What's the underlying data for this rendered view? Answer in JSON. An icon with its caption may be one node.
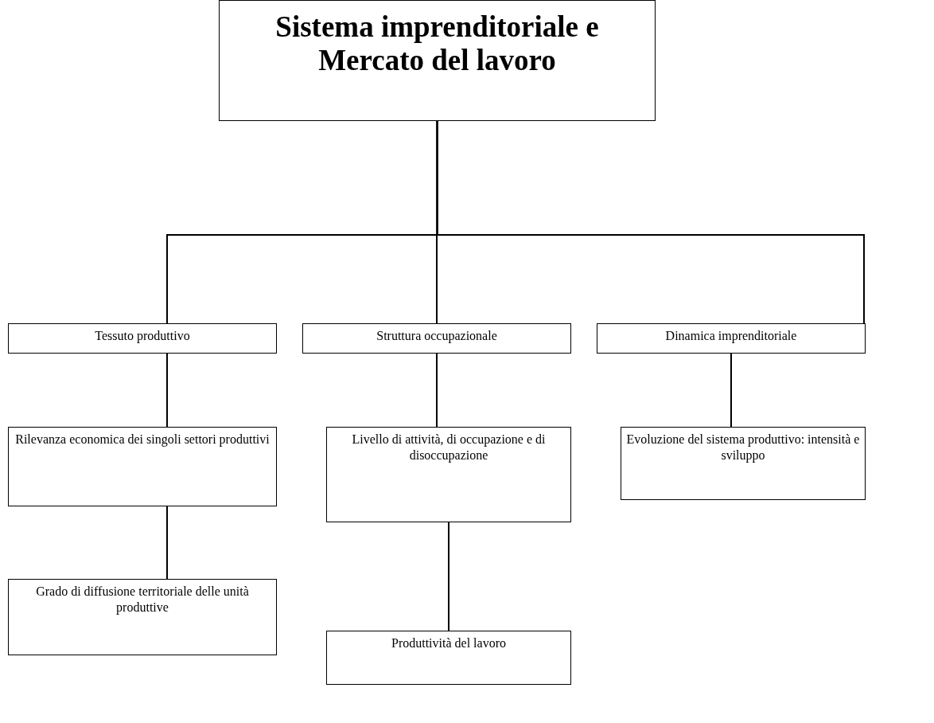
{
  "diagram": {
    "nodes": [
      {
        "text": [
          "Sistema imprenditoriale e Mercato del lavoro"
        ]
      },
      {
        "text": [
          "Tessuto produttivo"
        ]
      },
      {
        "text": [
          "Struttura occupazionale"
        ]
      },
      {
        "text": [
          "Dinamica imprenditoriale"
        ]
      },
      {
        "text": [
          "Rilevanza economica dei singoli settori produttivi"
        ]
      },
      {
        "text": [
          "Livello di attività, di occupazione e di disoccupazione"
        ]
      },
      {
        "text": [
          "Evoluzione del sistema produttivo: intensità e sviluppo"
        ]
      },
      {
        "text": [
          "Grado di diffusione territoriale delle unità produttive"
        ]
      },
      {
        "text": [
          "Produttività del lavoro"
        ]
      }
    ],
    "edges": [
      {
        "from": 0,
        "to": 1,
        "arrow": "none"
      },
      {
        "from": 0,
        "to": 2,
        "arrow": "none"
      },
      {
        "from": 0,
        "to": 3,
        "arrow": "none"
      },
      {
        "from": 1,
        "to": 4,
        "arrow": "none"
      },
      {
        "from": 4,
        "to": 7,
        "arrow": "none"
      },
      {
        "from": 2,
        "to": 5,
        "arrow": "none"
      },
      {
        "from": 5,
        "to": 8,
        "arrow": "none"
      },
      {
        "from": 3,
        "to": 6,
        "arrow": "none"
      }
    ]
  }
}
